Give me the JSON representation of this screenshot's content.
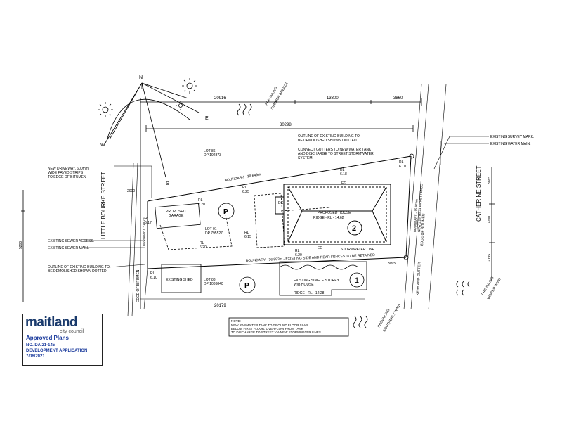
{
  "north": {
    "n": "N",
    "e": "E",
    "s": "S",
    "w": "W"
  },
  "dims": {
    "top_left": "20916",
    "top_mid": "13300",
    "top_right": "3860",
    "overall": "30298",
    "bottom": "20179",
    "right_3095": "3095",
    "left_2000": "2000",
    "left_5200": "5200",
    "right_3865": "3865",
    "right_7200": "7200",
    "right_2195": "2195"
  },
  "streets": {
    "left": "LITTLE BOURKE STREET",
    "right": "CATHERINE STREET"
  },
  "winds": {
    "summer": [
      "PREVAILING",
      "SUMMER BREEZE"
    ],
    "southerly": [
      "PREVAILING",
      "SOUTHERLY WIND"
    ],
    "winter": [
      "PREVAILING",
      "WINTER WIND"
    ]
  },
  "lots": {
    "lot86": [
      "LOT 86",
      "DP 192373"
    ],
    "lot01": [
      "LOT 01",
      "DP 795527"
    ],
    "lot88": [
      "LOT 88",
      "DP 1086840"
    ]
  },
  "notes": {
    "outline_top": [
      "OUTLINE OF EXISTING BUILDING TO",
      "BE DEMOLISHED SHOWN DOTTED."
    ],
    "connect": [
      "CONNECT GUTTERS TO NEW WATER TANK",
      "AND DISCHARGE TO STREET STORMWATER",
      "SYSTEM."
    ],
    "driveway": [
      "NEW DRIVEWAY, 600mm",
      "WIDE PAVED STRIPS",
      "TO EDGE OF BITUMEN"
    ],
    "survey": "EXISTING SURVEY MARK.",
    "water_main": "EXISTING WATER MAIN.",
    "sewer_access": "EXISTING SEWER ACCESS.",
    "sewer_main": "EXISTING SEWER MAIN.",
    "outline_left": [
      "OUTLINE OF EXISTING BUILDING TO",
      "BE DEMOLISHED SHOWN DOTTED."
    ],
    "tank": [
      "NOTE:",
      "NEW RAINWATER TANK TO GROUND FLOOR SLAB",
      "BELOW FIRST FLOOR. OVERFLOW FROM TANK",
      "TO DISCHARGE TO STREET VIA NEW STORMWATER LINES"
    ]
  },
  "boundaries": {
    "top": "BOUNDARY - 38.649m",
    "bottom": "BOUNDARY - 36.993m - EXISTING SIDE AND REAR FENCES TO BE RETAINED",
    "left": "BOUNDARY - 15.76",
    "right": "BOUNDARY - 15.975m",
    "right_fence": "NEW 1.2m HIGH PICKET FENCE"
  },
  "rl": {
    "r1": [
      "RL",
      "6.10"
    ],
    "r2": [
      "RL",
      "6.18"
    ],
    "r3": [
      "RL",
      "6.25"
    ],
    "r4": [
      "RL",
      "6.17"
    ],
    "r5": [
      "RL",
      "6.20"
    ],
    "r6": [
      "RL",
      "6.15"
    ],
    "r7": [
      "RL",
      "6.20"
    ],
    "r8": [
      "RL",
      "6.10"
    ],
    "r9": [
      "RL",
      "6.20"
    ]
  },
  "labels": {
    "house": [
      "PROPOSED HOUSE",
      "RIDGE - RL - 14.62"
    ],
    "garage": [
      "PROPOSED",
      "GARAGE"
    ],
    "eg": "EG",
    "stormwater": "STORMWATER LINE",
    "edge_bitumen_l": "EDGE OF BITUMEN",
    "edge_bitumen_r": "EDGE OF BITUMEN",
    "kerb": "KERB AND GUTTER",
    "shed": "EXISTING SHED",
    "existing_house": [
      "EXISTING SINGLE STOREY",
      "W/B HOUSE"
    ],
    "ridge_existing": "RIDGE - RL - 12.28",
    "p": "P",
    "house_no": "2",
    "existing_no": "1"
  },
  "stamp": {
    "logo": "maitland",
    "sub": "city council",
    "approved": "Approved Plans",
    "number": "NO. DA 21-145",
    "type": "DEVELOPMENT APPLICATION",
    "date": "7/06/2021"
  }
}
